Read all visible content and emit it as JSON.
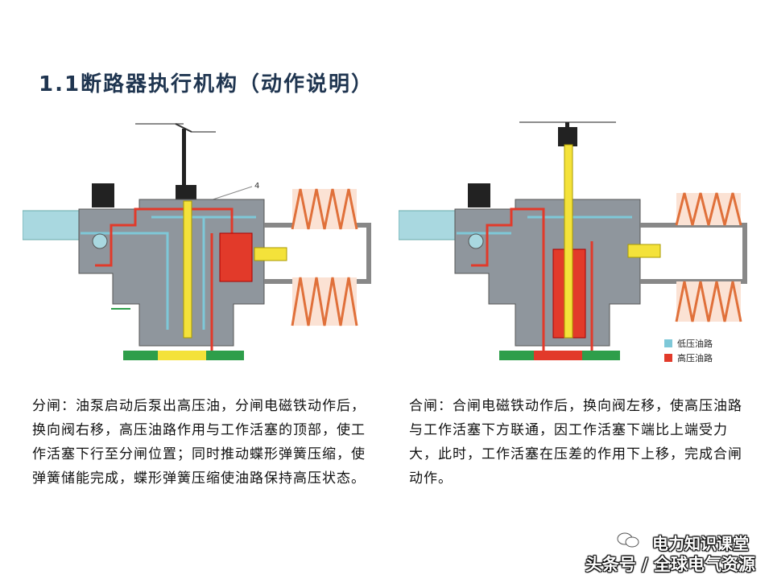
{
  "title": "1.1断路器执行机构（动作说明）",
  "left_diagram": {
    "callout_number": "4"
  },
  "legend": {
    "low_pressure": {
      "label": "低压油路",
      "color": "#7ec8d8"
    },
    "high_pressure": {
      "label": "高压油路",
      "color": "#e23a2a"
    }
  },
  "colors": {
    "body": "#8f969d",
    "rod": "#f4e23a",
    "spring": "#e0703a",
    "green": "#2e9e4a"
  },
  "captions": {
    "left": "分闸：油泵启动后泵出高压油，分闸电磁铁动作后，换向阀右移，高压油路作用与工作活塞的顶部，使工作活塞下行至分闸位置；同时推动蝶形弹簧压缩，使弹簧储能完成，蝶形弹簧压缩使油路保持高压状态。",
    "right": "合闸：合闸电磁铁动作后，换向阀左移，使高压油路与工作活塞下方联通，因工作活塞下端比上端受力大，此时，工作活塞在压差的作用下上移，完成合闸动作。"
  },
  "watermark": {
    "line1": "电力知识课堂",
    "line2": "头条号 / 全球电气资源"
  }
}
